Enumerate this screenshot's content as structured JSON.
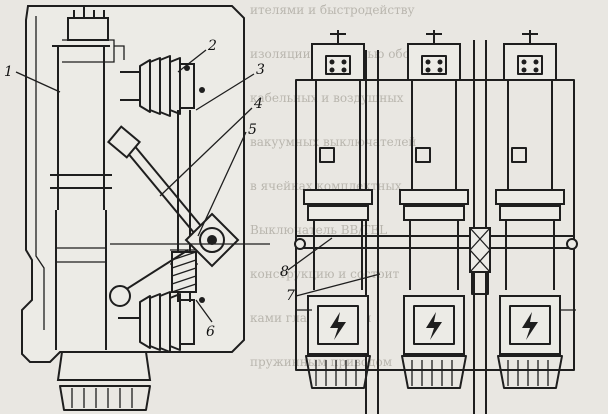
{
  "labels": {
    "l1": "1",
    "l2": "2",
    "l3": "3",
    "l4": "4",
    "l5": "5",
    "l6": "6",
    "l7": "7",
    "l8": "8"
  },
  "background_text": [
    "ителями и быстродейству",
    "изоляции, легкостью обслу",
    "кабельных и воздушных",
    "вакуумных выключателей",
    "в ячейках комплектных",
    "Выключатель ВВ/TEL",
    "конструкцию и состоит",
    "ками главной цепи",
    "пружинным приводом"
  ],
  "colors": {
    "ink": "#1e1e1e",
    "paper": "#ecebe6",
    "page": "#e9e7e2"
  }
}
